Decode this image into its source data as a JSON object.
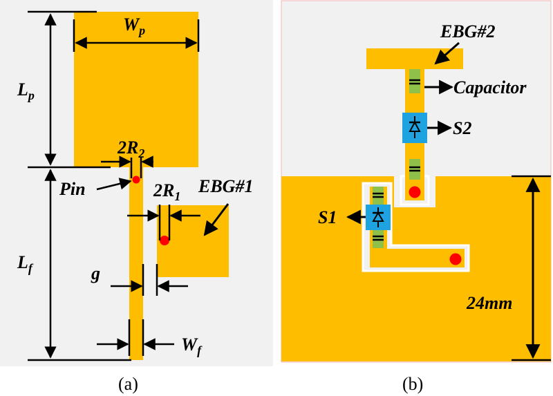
{
  "colors": {
    "background": "#f1f1f1",
    "copper": "#ffbd00",
    "via": "#ff0000",
    "capacitor_pad": "#8fc14a",
    "switch_pad": "#1fa3e0",
    "outline": "#ffffff",
    "frame": "#f3b3b3"
  },
  "panel_a": {
    "caption": "(a)",
    "labels": {
      "wp_main": "W",
      "wp_sub": "p",
      "lp_main": "L",
      "lp_sub": "p",
      "r2_main": "2R",
      "r2_sub": "2",
      "pin": "Pin",
      "r1_main": "2R",
      "r1_sub": "1",
      "ebg1": "EBG#1",
      "lf_main": "L",
      "lf_sub": "f",
      "g": "g",
      "wf_main": "W",
      "wf_sub": "f"
    }
  },
  "panel_b": {
    "caption": "(b)",
    "labels": {
      "ebg2": "EBG#2",
      "capacitor": "Capacitor",
      "s2": "S2",
      "s1": "S1",
      "dimension": "24mm"
    }
  }
}
